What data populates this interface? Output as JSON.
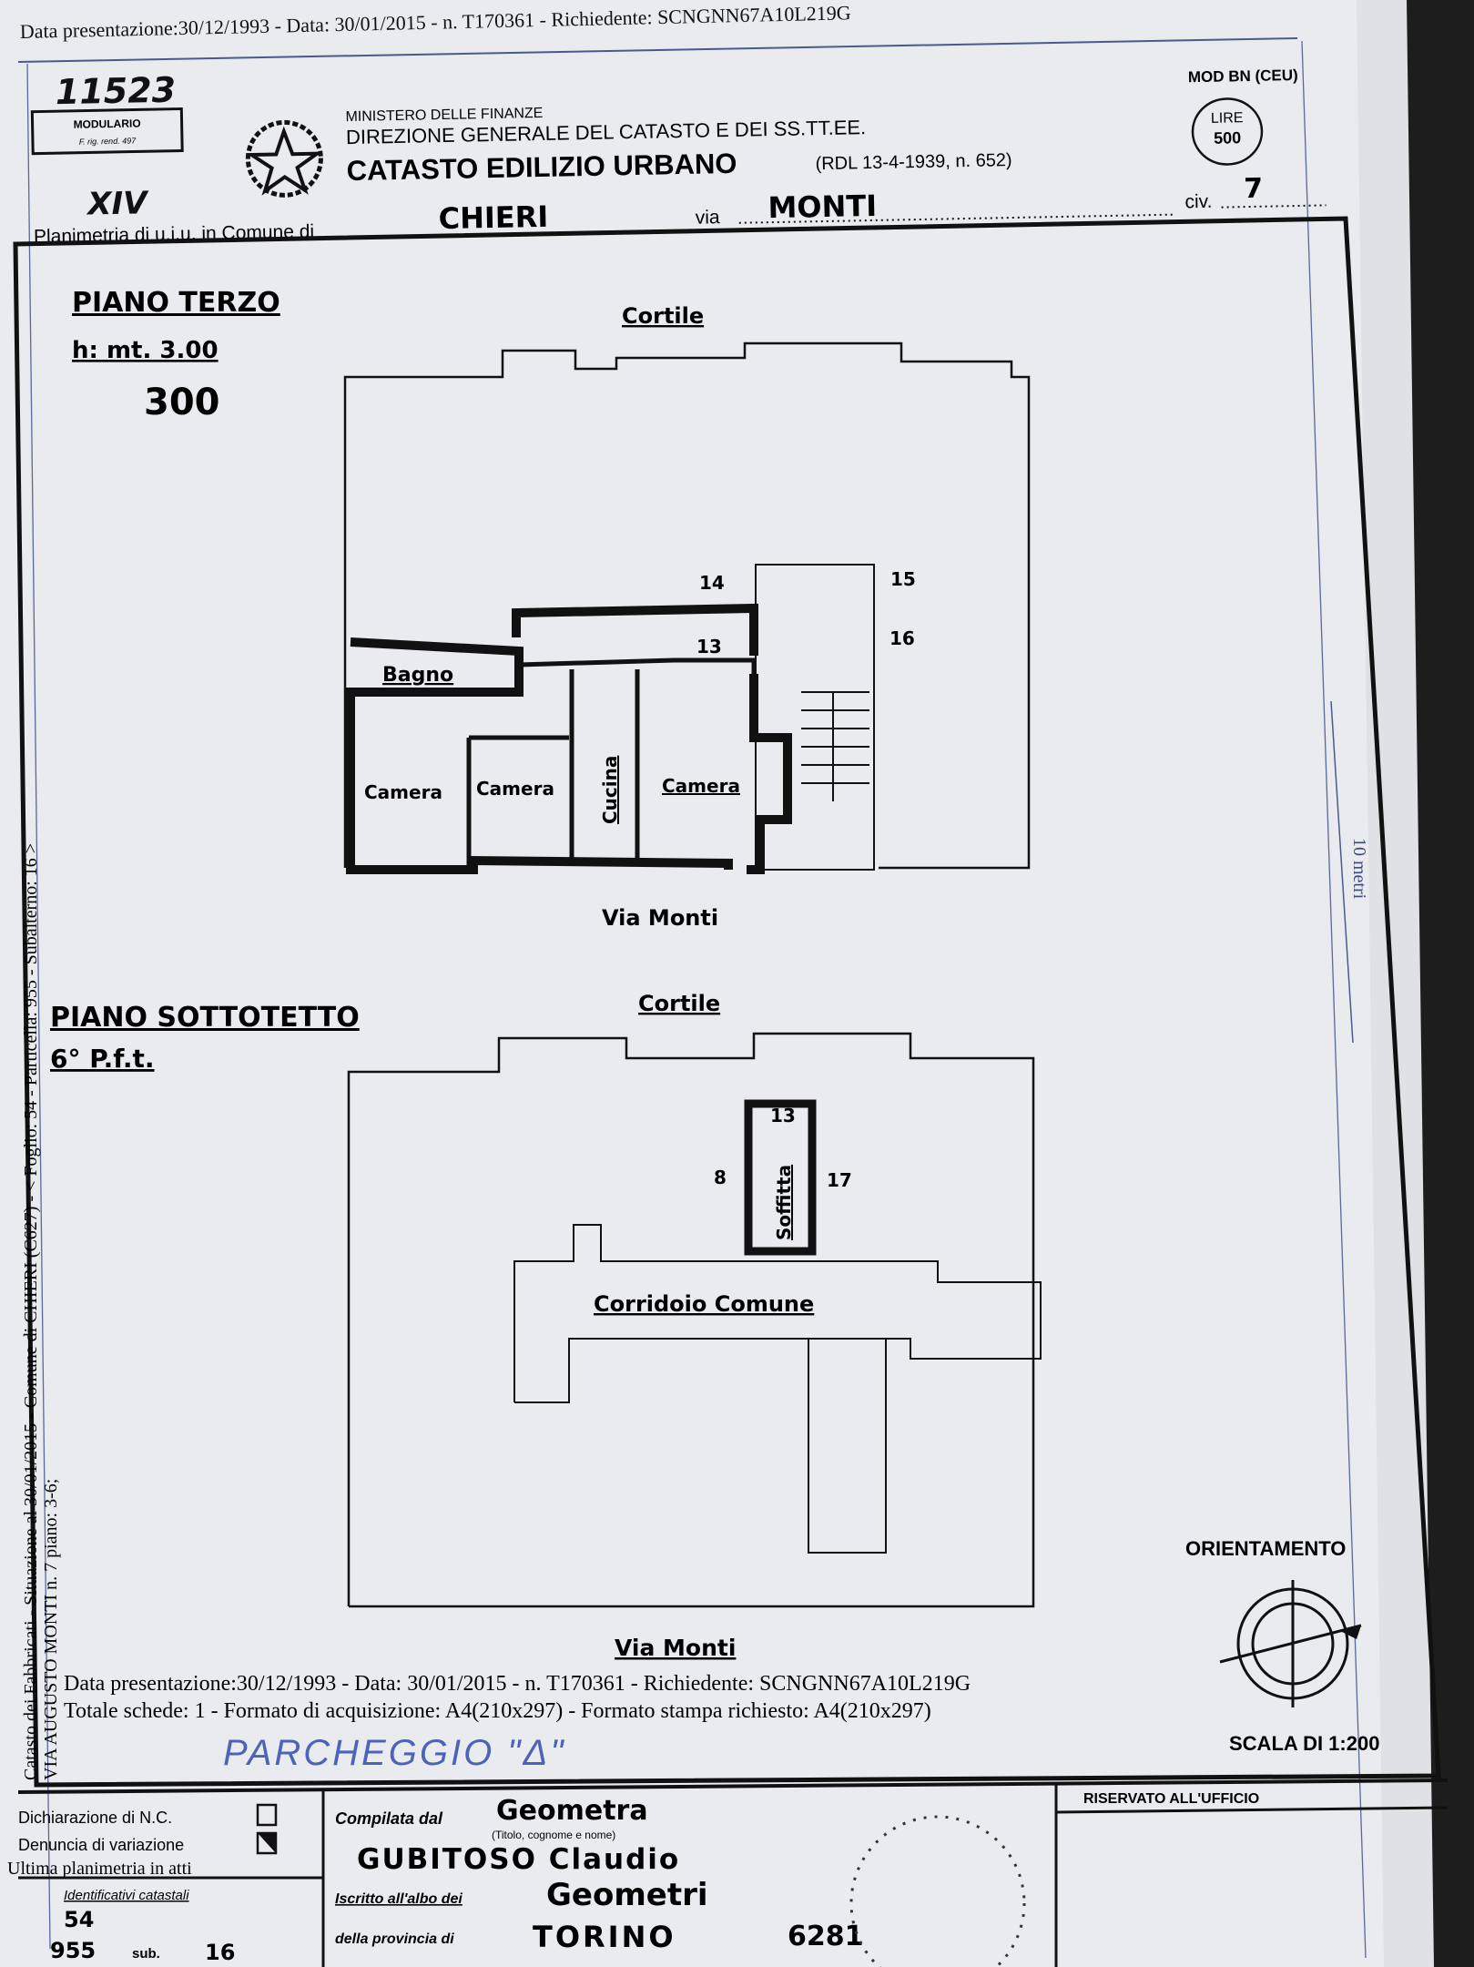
{
  "header_stamp": "Data presentazione:30/12/1993 - Data: 30/01/2015 - n. T170361 - Richiedente: SCNGNN67A10L219G",
  "handwritten_number": "11523",
  "handwritten_mark": "XIV",
  "modulario": {
    "title": "MODULARIO",
    "subtitle": "F. rig. rend. 497"
  },
  "ministry": "MINISTERO DELLE FINANZE",
  "direzione": "DIREZIONE GENERALE DEL CATASTO E DEI SS.TT.EE.",
  "catasto_title": "CATASTO EDILIZIO URBANO",
  "catasto_ref": "(RDL 13-4-1939, n. 652)",
  "mod": "MOD BN (CEU)",
  "lire_stamp": {
    "label": "LIRE",
    "value": "500"
  },
  "planimetria_label": "Planimetria di u.i.u. in Comune di",
  "comune": "CHIERI",
  "via_label": "via",
  "via": "MONTI",
  "civ_label": "civ.",
  "civ": "7",
  "side_stamp": {
    "line1": "Catasto dei Fabbricati - Situazione al 30/01/2015 - Comune di CHIERI (C627) - < Foglio: 54 - Particella: 955 - Subalterno: 16 >",
    "line2": "VIA AUGUSTO MONTI n. 7 piano: 3-6;"
  },
  "piano_terzo": {
    "title": "PIANO TERZO",
    "height": "h: mt. 3.00",
    "number": "300",
    "cortile": "Cortile",
    "street": "Via Monti",
    "rooms": [
      "Bagno",
      "Camera",
      "Camera",
      "Cucina",
      "Camera"
    ],
    "boundary_numbers": [
      "14",
      "15",
      "13",
      "16"
    ]
  },
  "piano_sottotetto": {
    "title": "PIANO SOTTOTETTO",
    "subtitle": "6° P.f.t.",
    "cortile": "Cortile",
    "street": "Via Monti",
    "room": "Soffitta",
    "corridor": "Corridoio Comune",
    "boundary_numbers": [
      "13",
      "8",
      "17"
    ]
  },
  "scale_bar_label": "10 metri",
  "orientamento": "ORIENTAMENTO",
  "scala": "SCALA DI 1:200",
  "parcheggio_note": "PARCHEGGIO \"Δ\"",
  "footer": {
    "dichiarazione": "Dichiarazione di N.C.",
    "denuncia": "Denuncia di variazione",
    "dichiarazione_checked": false,
    "denuncia_checked": true,
    "ultima_planimetria": "Ultima planimetria in atti",
    "identificativi": "Identificativi catastali",
    "foglio": "54",
    "particella": "955",
    "sub_label": "sub.",
    "sub": "16",
    "compilata_label": "Compilata dal",
    "compilata_value": "Geometra",
    "titolo_hint": "(Titolo, cognome e nome)",
    "nome": "GUBITOSO Claudio",
    "iscritto_label": "Iscritto all'albo dei",
    "albo": "Geometri",
    "provincia_label": "della provincia di",
    "provincia": "TORINO",
    "numero": "6281",
    "riservato": "RISERVATO ALL'UFFICIO",
    "stamp_line1": "Data presentazione:30/12/1993 - Data: 30/01/2015 - n. T170361 - Richiedente: SCNGNN67A10L219G",
    "stamp_line2": "Totale schede: 1 - Formato di acquisizione: A4(210x297) - Formato stampa richiesto: A4(210x297)"
  }
}
